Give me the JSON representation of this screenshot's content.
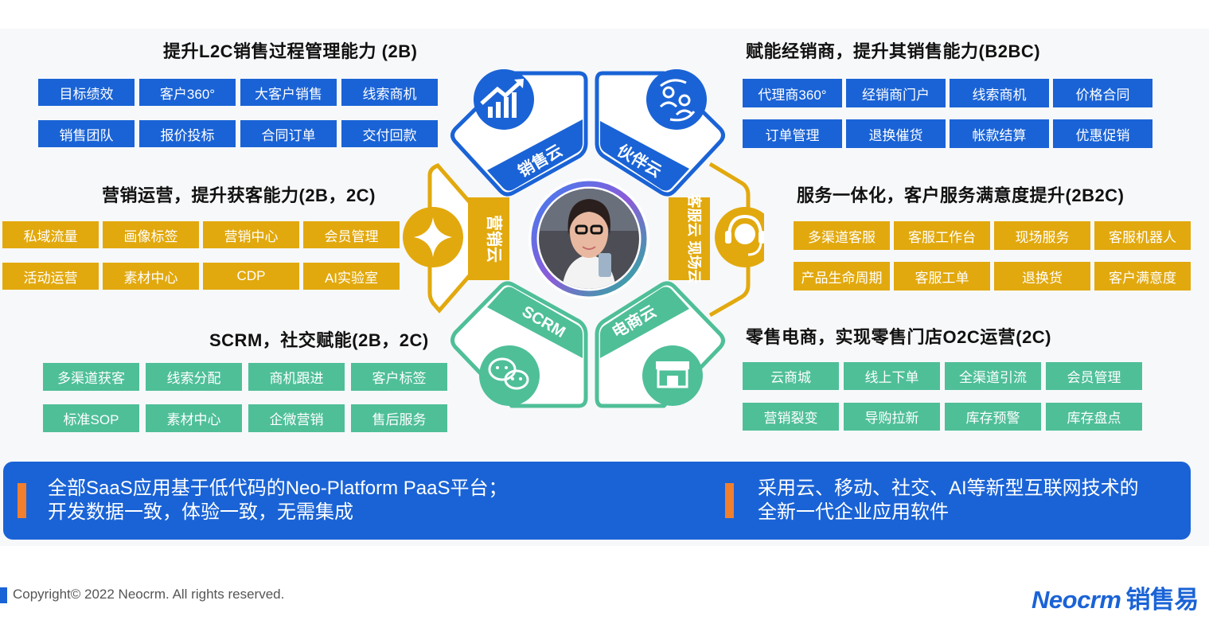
{
  "sections": {
    "sales": {
      "title": "提升L2C销售过程管理能力 (2B)",
      "tags": [
        "目标绩效",
        "客户360°",
        "大客户销售",
        "线索商机",
        "销售团队",
        "报价投标",
        "合同订单",
        "交付回款"
      ]
    },
    "partner": {
      "title": "赋能经销商，提升其销售能力(B2BC)",
      "tags": [
        "代理商360°",
        "经销商门户",
        "线索商机",
        "价格合同",
        "订单管理",
        "退换催货",
        "帐款结算",
        "优惠促销"
      ]
    },
    "marketing": {
      "title": "营销运营，提升获客能力(2B，2C)",
      "tags": [
        "私域流量",
        "画像标签",
        "营销中心",
        "会员管理",
        "活动运营",
        "素材中心",
        "CDP",
        "AI实验室"
      ]
    },
    "service": {
      "title": "服务一体化，客户服务满意度提升(2B2C)",
      "tags": [
        "多渠道客服",
        "客服工作台",
        "现场服务",
        "客服机器人",
        "产品生命周期",
        "客服工单",
        "退换货",
        "客户满意度"
      ]
    },
    "scrm": {
      "title": "SCRM，社交赋能(2B，2C)",
      "tags": [
        "多渠道获客",
        "线索分配",
        "商机跟进",
        "客户标签",
        "标准SOP",
        "素材中心",
        "企微营销",
        "售后服务"
      ]
    },
    "ecommerce": {
      "title": "零售电商，实现零售门店O2C运营(2C)",
      "tags": [
        "云商城",
        "线上下单",
        "全渠道引流",
        "会员管理",
        "营销裂变",
        "导购拉新",
        "库存预警",
        "库存盘点"
      ]
    }
  },
  "clouds": {
    "sales": "销售云",
    "partner": "伙伴云",
    "marketing": "营销云",
    "service": "客服云 现场云",
    "scrm": "SCRM",
    "ecommerce": "电商云"
  },
  "icons": {
    "sales": "growth-chart-icon",
    "partner": "people-cycle-icon",
    "marketing": "sparkle-icon",
    "service": "headset-agent-icon",
    "scrm": "wechat-icon",
    "ecommerce": "storefront-icon",
    "center": "person-with-phone-avatar"
  },
  "bottom": {
    "left_line1": "全部SaaS应用基于低代码的Neo-Platform PaaS平台；",
    "left_line2": "开发数据一致，体验一致，无需集成",
    "right_line1": "采用云、移动、社交、AI等新型互联网技术的",
    "right_line2": "全新一代企业应用软件"
  },
  "footer": {
    "copyright": "Copyright© 2022 Neocrm. All rights reserved.",
    "logo_en": "Neocrm",
    "logo_cn": "销售易"
  },
  "colors": {
    "blue": "#1a63d6",
    "gold": "#e2a90e",
    "green": "#4fbf98",
    "orange": "#f07f2e"
  }
}
